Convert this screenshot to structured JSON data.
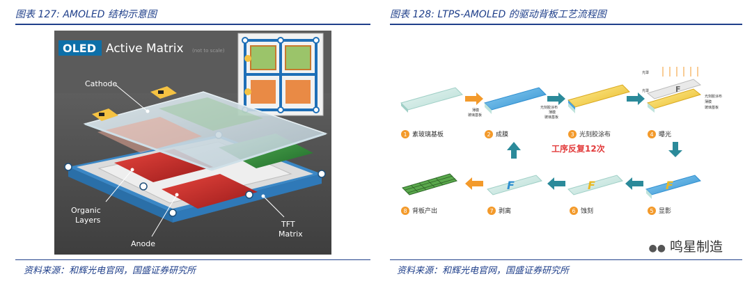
{
  "left": {
    "caption": "图表 127:    AMOLED 结构示意图",
    "source": "资料来源：和辉光电官网，国盛证券研究所",
    "banner_word1": "OLED",
    "banner_word2": "Active Matrix",
    "banner_note": "(not to scale)",
    "labels": {
      "cathode": "Cathode",
      "organic1": "Organic",
      "organic2": "Layers",
      "anode": "Anode",
      "tft1": "TFT",
      "tft2": "Matrix"
    }
  },
  "right": {
    "caption": "图表 128:  LTPS-AMOLED 的驱动背板工艺流程图",
    "source": "资料来源：和辉光电官网，国盛证券研究所",
    "repeat_text": "工序反复12次",
    "steps": [
      {
        "num": "1",
        "label": "素玻璃基板"
      },
      {
        "num": "2",
        "label": "成膜"
      },
      {
        "num": "3",
        "label": "光刻胶涂布"
      },
      {
        "num": "4",
        "label": "曝光"
      },
      {
        "num": "5",
        "label": "显影"
      },
      {
        "num": "6",
        "label": "蚀刻"
      },
      {
        "num": "7",
        "label": "剥离"
      },
      {
        "num": "8",
        "label": "背板产出"
      }
    ],
    "small_labels": {
      "s2a": "薄膜",
      "s2b": "玻璃基板",
      "s3a": "光刻胶涂布",
      "s3b": "薄膜",
      "s3c": "玻璃基板",
      "s4a": "光罩",
      "s4b": "光罩",
      "s4c": "光刻胶涂布",
      "s4d": "薄膜",
      "s4e": "玻璃基板"
    }
  },
  "watermark": "鸣星制造",
  "colors": {
    "caption": "#1f3f8a",
    "arrow": "#2b8a9a",
    "orange": "#f39a2b",
    "repeat": "#e23b3b"
  }
}
